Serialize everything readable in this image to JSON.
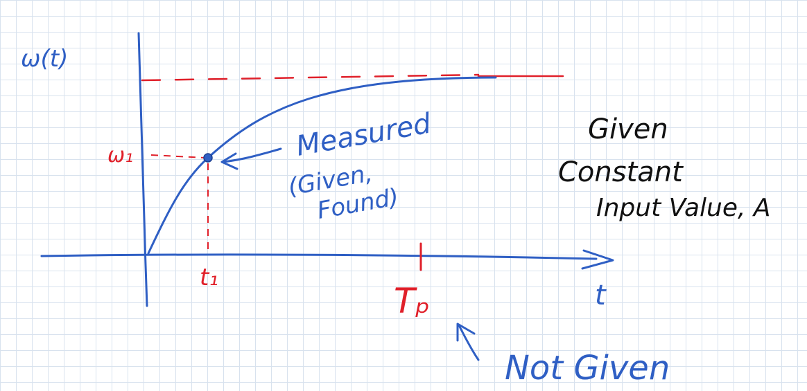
{
  "colors": {
    "ink_blue": "#2f5fc4",
    "ink_red": "#e0202a",
    "ink_black": "#111111",
    "grid": "#d8e2ee"
  },
  "labels": {
    "y_axis": "ω(t)",
    "x_axis": "t",
    "w1": "ω₁",
    "t1": "t₁",
    "tau": "Tₚ",
    "measured": "Measured",
    "given_found": "(Given,",
    "found": "Found)",
    "given": "Given",
    "constant": "Constant",
    "input_value": "Input Value, A",
    "not_given": "Not Given"
  }
}
